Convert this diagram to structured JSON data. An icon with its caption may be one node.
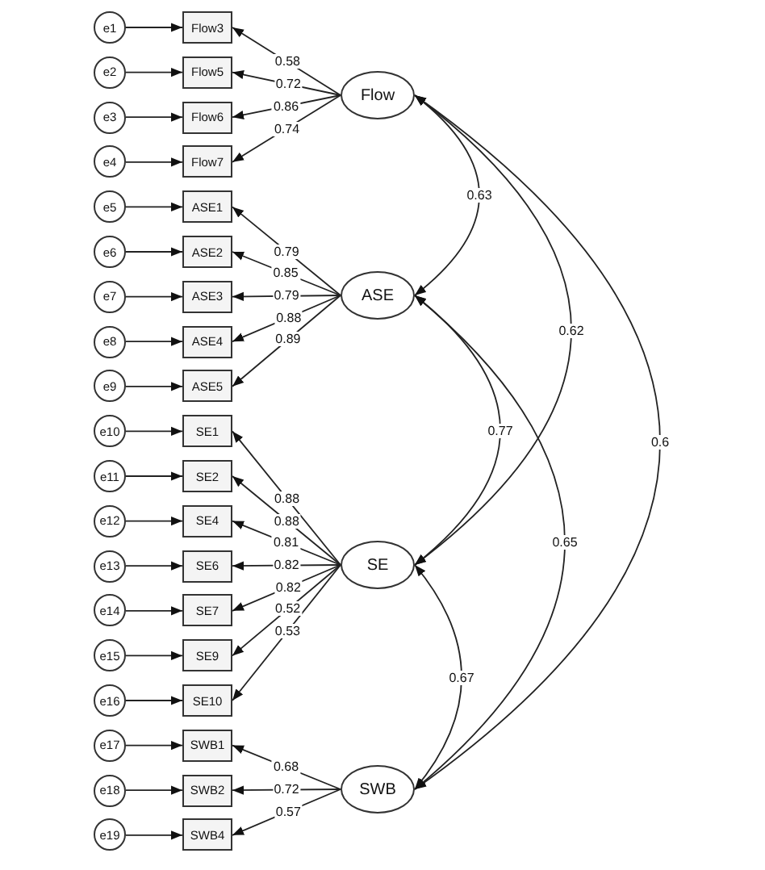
{
  "diagram": {
    "nodes": [
      {
        "text": [
          "e1"
        ]
      },
      {
        "text": [
          "e2"
        ]
      },
      {
        "text": [
          "e3"
        ]
      },
      {
        "text": [
          "e4"
        ]
      },
      {
        "text": [
          "e5"
        ]
      },
      {
        "text": [
          "e6"
        ]
      },
      {
        "text": [
          "e7"
        ]
      },
      {
        "text": [
          "e8"
        ]
      },
      {
        "text": [
          "e9"
        ]
      },
      {
        "text": [
          "e10"
        ]
      },
      {
        "text": [
          "e11"
        ]
      },
      {
        "text": [
          "e12"
        ]
      },
      {
        "text": [
          "e13"
        ]
      },
      {
        "text": [
          "e14"
        ]
      },
      {
        "text": [
          "e15"
        ]
      },
      {
        "text": [
          "e16"
        ]
      },
      {
        "text": [
          "e17"
        ]
      },
      {
        "text": [
          "e18"
        ]
      },
      {
        "text": [
          "e19"
        ]
      },
      {
        "text": [
          "Flow3"
        ]
      },
      {
        "text": [
          "Flow5"
        ]
      },
      {
        "text": [
          "Flow6"
        ]
      },
      {
        "text": [
          "Flow7"
        ]
      },
      {
        "text": [
          "ASE1"
        ]
      },
      {
        "text": [
          "ASE2"
        ]
      },
      {
        "text": [
          "ASE3"
        ]
      },
      {
        "text": [
          "ASE4"
        ]
      },
      {
        "text": [
          "ASE5"
        ]
      },
      {
        "text": [
          "SE1"
        ]
      },
      {
        "text": [
          "SE2"
        ]
      },
      {
        "text": [
          "SE4"
        ]
      },
      {
        "text": [
          "SE6"
        ]
      },
      {
        "text": [
          "SE7"
        ]
      },
      {
        "text": [
          "SE9"
        ]
      },
      {
        "text": [
          "SE10"
        ]
      },
      {
        "text": [
          "SWB1"
        ]
      },
      {
        "text": [
          "SWB2"
        ]
      },
      {
        "text": [
          "SWB4"
        ]
      },
      {
        "text": [
          "Flow"
        ]
      },
      {
        "text": [
          "ASE"
        ]
      },
      {
        "text": [
          "SE"
        ]
      },
      {
        "text": [
          "SWB"
        ]
      }
    ],
    "edges": [
      {
        "from": 0,
        "to": 19,
        "arrow": "to"
      },
      {
        "from": 1,
        "to": 20,
        "arrow": "to"
      },
      {
        "from": 2,
        "to": 21,
        "arrow": "to"
      },
      {
        "from": 3,
        "to": 22,
        "arrow": "to"
      },
      {
        "from": 4,
        "to": 23,
        "arrow": "to"
      },
      {
        "from": 5,
        "to": 24,
        "arrow": "to"
      },
      {
        "from": 6,
        "to": 25,
        "arrow": "to"
      },
      {
        "from": 7,
        "to": 26,
        "arrow": "to"
      },
      {
        "from": 8,
        "to": 27,
        "arrow": "to"
      },
      {
        "from": 9,
        "to": 28,
        "arrow": "to"
      },
      {
        "from": 10,
        "to": 29,
        "arrow": "to"
      },
      {
        "from": 11,
        "to": 30,
        "arrow": "to"
      },
      {
        "from": 12,
        "to": 31,
        "arrow": "to"
      },
      {
        "from": 13,
        "to": 32,
        "arrow": "to"
      },
      {
        "from": 14,
        "to": 33,
        "arrow": "to"
      },
      {
        "from": 15,
        "to": 34,
        "arrow": "to"
      },
      {
        "from": 16,
        "to": 35,
        "arrow": "to"
      },
      {
        "from": 17,
        "to": 36,
        "arrow": "to"
      },
      {
        "from": 18,
        "to": 37,
        "arrow": "to"
      },
      {
        "from": 38,
        "to": 19,
        "arrow": "to",
        "label": "0.58"
      },
      {
        "from": 38,
        "to": 20,
        "arrow": "to",
        "label": "0.72"
      },
      {
        "from": 38,
        "to": 21,
        "arrow": "to",
        "label": "0.86"
      },
      {
        "from": 38,
        "to": 22,
        "arrow": "to",
        "label": "0.74"
      },
      {
        "from": 39,
        "to": 23,
        "arrow": "to",
        "label": "0.79"
      },
      {
        "from": 39,
        "to": 24,
        "arrow": "to",
        "label": "0.85"
      },
      {
        "from": 39,
        "to": 25,
        "arrow": "to",
        "label": "0.79"
      },
      {
        "from": 39,
        "to": 26,
        "arrow": "to",
        "label": "0.88"
      },
      {
        "from": 39,
        "to": 27,
        "arrow": "to",
        "label": "0.89"
      },
      {
        "from": 40,
        "to": 28,
        "arrow": "to",
        "label": "0.88"
      },
      {
        "from": 40,
        "to": 29,
        "arrow": "to",
        "label": "0.88"
      },
      {
        "from": 40,
        "to": 30,
        "arrow": "to",
        "label": "0.81"
      },
      {
        "from": 40,
        "to": 31,
        "arrow": "to",
        "label": "0.82"
      },
      {
        "from": 40,
        "to": 32,
        "arrow": "to",
        "label": "0.82"
      },
      {
        "from": 40,
        "to": 33,
        "arrow": "to",
        "label": "0.52"
      },
      {
        "from": 40,
        "to": 34,
        "arrow": "to",
        "label": "0.53"
      },
      {
        "from": 41,
        "to": 35,
        "arrow": "to",
        "label": "0.68"
      },
      {
        "from": 41,
        "to": 36,
        "arrow": "to",
        "label": "0.72"
      },
      {
        "from": 41,
        "to": 37,
        "arrow": "to",
        "label": "0.57"
      },
      {
        "from": 38,
        "to": 39,
        "arrow": "both",
        "label": "0.63"
      },
      {
        "from": 38,
        "to": 40,
        "arrow": "both",
        "label": "0.62"
      },
      {
        "from": 38,
        "to": 41,
        "arrow": "both",
        "label": "0.6"
      },
      {
        "from": 39,
        "to": 40,
        "arrow": "both",
        "label": "0.77"
      },
      {
        "from": 39,
        "to": 41,
        "arrow": "both",
        "label": "0.65"
      },
      {
        "from": 40,
        "to": 41,
        "arrow": "both",
        "label": "0.67"
      }
    ]
  }
}
